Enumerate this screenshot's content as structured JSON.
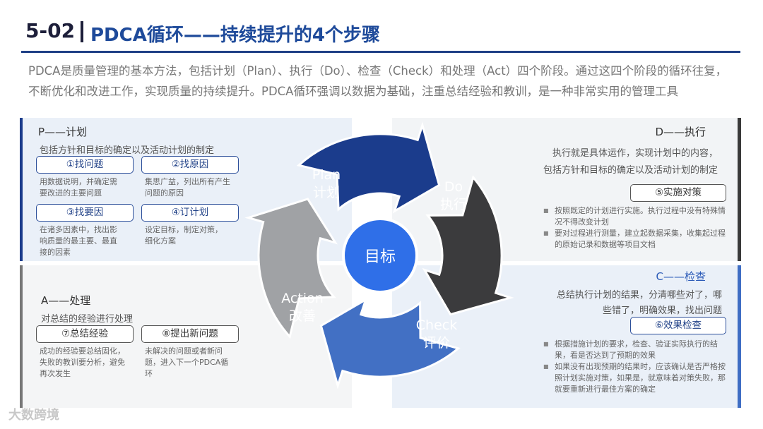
{
  "title": {
    "number": "5-02",
    "text": "PDCA循环——持续提升的4个步骤"
  },
  "intro": "PDCA是质量管理的基本方法，包括计划（Plan）、执行（Do）、检查（Check）和处理（Act）四个阶段。通过这四个阶段的循环往复，不断优化和改进工作，实现质量的持续提升。PDCA循环强调以数据为基础，注重总结经验和教训，是一种非常实用的管理工具",
  "plan": {
    "title": "P——计划",
    "sub": "包括方针和目标的确定以及活动计划的制定",
    "steps": [
      {
        "label": "①找问题",
        "desc": "用数据说明，并确定需要改进的主要问题"
      },
      {
        "label": "②找原因",
        "desc": "集思广益，列出所有产生问题的原因"
      },
      {
        "label": "③找要因",
        "desc": "在诸多因素中，找出影响质量的最主要、最直接的因素"
      },
      {
        "label": "④订计划",
        "desc": "设定目标，制定对策，细化方案"
      }
    ]
  },
  "do": {
    "title": "D——执行",
    "sub1": "执行就是具体运作，实现计划中的内容，",
    "sub2": "包括方针和目标的确定以及活动计划的制定",
    "step": "⑤实施对策",
    "bullets": [
      "按照既定的计划进行实施。执行过程中没有特殊情况不得改变计划",
      "要对过程进行测量，建立起数据采集，收集起过程的原始记录和数据等项目文档"
    ]
  },
  "check": {
    "title": "C——检查",
    "sub1": "总结执行计划的结果，分清哪些对了，哪",
    "sub2": "些错了，明确效果，找出问题",
    "step": "⑥效果检查",
    "bullets": [
      "根据措施计划的要求，检查、验证实际执行的结果，看是否达到了预期的效果",
      "如果没有出现预期的结果时，应该确认是否严格按照计划实施对策，如果是，就意味着对策失败，那就要重新进行最佳方案的确定"
    ]
  },
  "act": {
    "title": "A——处理",
    "sub": "对总结的经验进行处理",
    "steps": [
      {
        "label": "⑦总结经验",
        "desc": "成功的经验要总结固化，失败的教训要分析，避免再次发生"
      },
      {
        "label": "⑧提出新问题",
        "desc": "未解决的问题或者新问题，进入下一个PDCA循环"
      }
    ]
  },
  "cycle": {
    "plan_en": "Plan",
    "plan_cn": "计划",
    "do_en": "Do",
    "do_cn": "执行",
    "check_en": "Check",
    "check_cn": "评价",
    "act_en": "Action",
    "act_cn": "改善",
    "center": "目标",
    "colors": {
      "plan": "#1b3c8c",
      "do": "#3b3b3d",
      "check": "#4270c4",
      "act": "#a0a2a5",
      "center": "#2f6fe8"
    }
  },
  "watermark": "大数跨境"
}
